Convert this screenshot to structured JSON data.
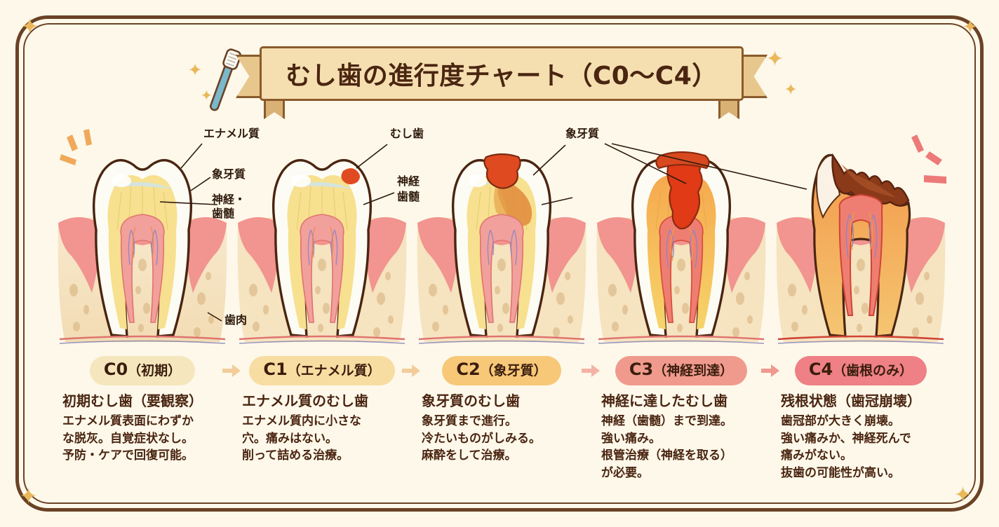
{
  "title": "むし歯の進行度チャート（C0〜C4）",
  "icons": {
    "toothbrush": "toothbrush-icon",
    "sparkle": "✦",
    "arrow": "➡"
  },
  "colors": {
    "page_background": "#fdf8ea",
    "frame": "#6b4226",
    "banner_fill": "#f5dfb0",
    "banner_border": "#8a5a2b",
    "title_text": "#4a2511",
    "sparkle": "#eab85a",
    "arrow": "#f2cd9a",
    "enamel": "#fdfcf4",
    "dentin": "#f7e08f",
    "pulp": "#f2a09c",
    "gum": "#f2948f",
    "bone": "#f6e3c0",
    "decay_light": "#e35723",
    "decay_dark": "#8a3a18",
    "toothbrush_handle": "#7ab8cc"
  },
  "annotations": [
    {
      "label": "エナメル質",
      "target": "enamel"
    },
    {
      "label": "象牙質",
      "target": "dentin"
    },
    {
      "label": "神経・\n歯髄",
      "target": "pulp"
    },
    {
      "label": "歯肉",
      "target": "gum"
    },
    {
      "label": "むし歯",
      "target": "cavity"
    },
    {
      "label": "神経\n歯髄",
      "target": "pulp"
    },
    {
      "label": "象牙質",
      "target": "dentin"
    }
  ],
  "annotation_texts": {
    "enamel": "エナメル質",
    "dentin": "象牙質",
    "pulp_line1": "神経・",
    "pulp_line2": "歯髄",
    "gum": "歯肉",
    "cavity": "むし歯",
    "pulp2_line1": "神経",
    "pulp2_line2": "歯髄",
    "dentin2": "象牙質"
  },
  "stages": [
    {
      "code": "C0",
      "code_sub": "（初期）",
      "badge_bg": "#f5e6bd",
      "heading": "初期むし歯（要観察）",
      "lines": [
        "エナメル質表面にわずか",
        "な脱灰。自覚症状なし。",
        "予防・ケアで回復可能。"
      ]
    },
    {
      "code": "C1",
      "code_sub": "（エナメル質）",
      "badge_bg": "#f8dda2",
      "heading": "エナメル質のむし歯",
      "lines": [
        "エナメル質内に小さな",
        "穴。痛みはない。",
        "削って詰める治療。"
      ]
    },
    {
      "code": "C2",
      "code_sub": "（象牙質）",
      "badge_bg": "#f7c878",
      "heading": "象牙質のむし歯",
      "lines": [
        "象牙質まで進行。",
        "冷たいものがしみる。",
        "麻酔をして治療。"
      ]
    },
    {
      "code": "C3",
      "code_sub": "（神経到達）",
      "badge_bg": "#f09a8e",
      "heading": "神経に達したむし歯",
      "lines": [
        "神経（歯髄）まで到達。",
        "強い痛み。",
        "根管治療（神経を取る）",
        "が必要。"
      ]
    },
    {
      "code": "C4",
      "code_sub": "（歯根のみ）",
      "badge_bg": "#ee8086",
      "heading": "残根状態（歯冠崩壊）",
      "lines": [
        "歯冠部が大きく崩壊。",
        "強い痛みか、神経死んで",
        "痛みがない。",
        "抜歯の可能性が高い。"
      ]
    }
  ]
}
